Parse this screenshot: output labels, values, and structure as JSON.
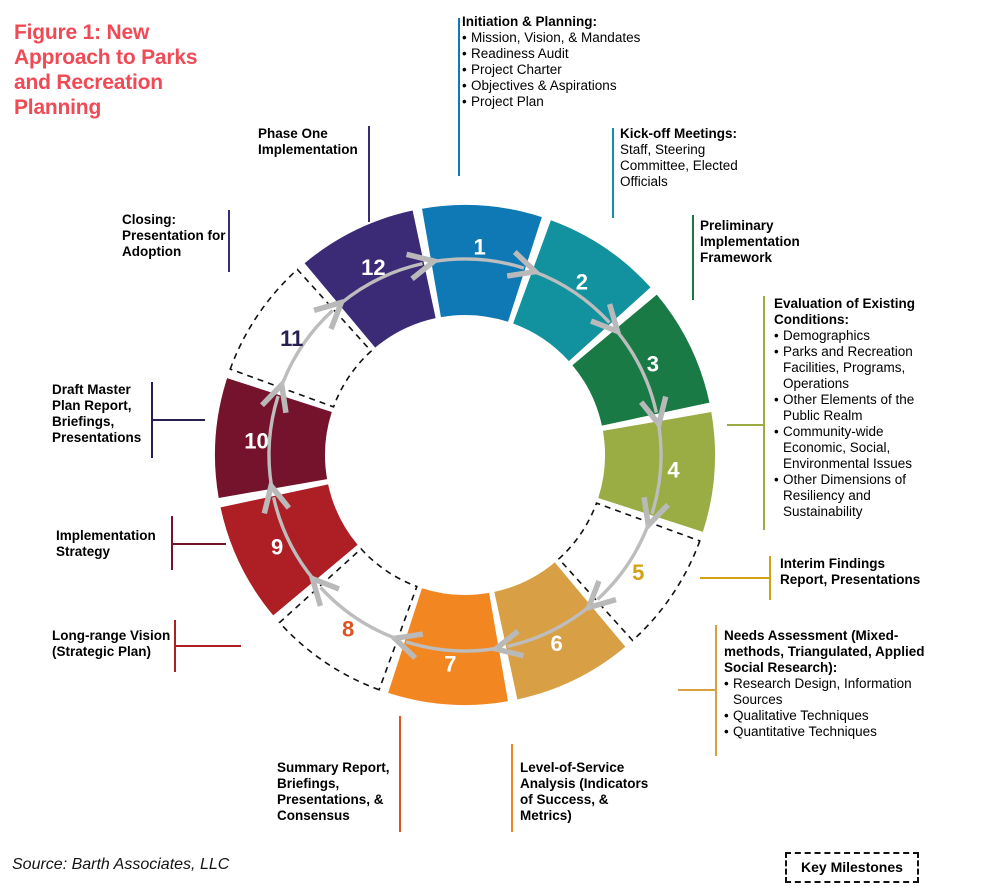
{
  "title": "Figure 1: New Approach to Parks and Recreation Planning",
  "title_color": "#ef4a55",
  "source": "Source: Barth Associates, LLC",
  "legend": {
    "key_milestones": "Key Milestones"
  },
  "chart_data": {
    "type": "pie",
    "title": "Figure 1: New Approach to Parks and Recreation Planning",
    "subtype": "donut-cycle",
    "legend_position": "bottom-right",
    "grid": false,
    "segment_count": 12,
    "categories": [
      "1",
      "2",
      "3",
      "4",
      "5",
      "6",
      "7",
      "8",
      "9",
      "10",
      "11",
      "12"
    ],
    "values": [
      1,
      1,
      1,
      1,
      1,
      1,
      1,
      1,
      1,
      1,
      1,
      1
    ],
    "segments": [
      {
        "number": "1",
        "fill": "#0f79b5",
        "num_color": "#ffffff",
        "milestone": false,
        "label_title": "Initiation & Planning:",
        "label_items": [
          "Mission, Vision, & Mandates",
          "Readiness Audit",
          "Project Charter",
          "Objectives & Aspirations",
          "Project Plan"
        ]
      },
      {
        "number": "2",
        "fill": "#12919e",
        "num_color": "#ffffff",
        "milestone": false,
        "label_title": "Kick-off Meetings:",
        "label_body": "Staff, Steering Committee, Elected Officials"
      },
      {
        "number": "3",
        "fill": "#1a7a45",
        "num_color": "#ffffff",
        "milestone": false,
        "label_title": "Preliminary Implementation Framework"
      },
      {
        "number": "4",
        "fill": "#9aad45",
        "num_color": "#ffffff",
        "milestone": false,
        "label_title": "Evaluation of Existing Conditions:",
        "label_items": [
          "Demographics",
          "Parks and Recreation Facilities, Programs, Operations",
          "Other Elements of the Public Realm",
          "Community-wide Economic, Social, Environmental Issues",
          "Other Dimensions of Resiliency and Sustainability"
        ]
      },
      {
        "number": "5",
        "fill": "#ffffff",
        "num_color": "#d4a017",
        "milestone": true,
        "label_title": "Interim Findings Report, Presentations"
      },
      {
        "number": "6",
        "fill": "#d99f45",
        "num_color": "#ffffff",
        "milestone": false,
        "label_title": "Needs Assessment (Mixed-methods, Triangulated, Applied Social Research):",
        "label_items": [
          "Research Design, Information Sources",
          "Qualitative Techniques",
          "Quantitative Techniques"
        ]
      },
      {
        "number": "7",
        "fill": "#f28722",
        "num_color": "#ffffff",
        "milestone": false,
        "label_title": "Level-of-Service Analysis (Indicators of Success, & Metrics)"
      },
      {
        "number": "8",
        "fill": "#ffffff",
        "num_color": "#dd5423",
        "milestone": true,
        "label_title": "Summary Report, Briefings, Presentations, & Consensus"
      },
      {
        "number": "9",
        "fill": "#ad1f25",
        "num_color": "#ffffff",
        "milestone": false,
        "label_title": "Long-range Vision (Strategic Plan)"
      },
      {
        "number": "10",
        "fill": "#75132c",
        "num_color": "#ffffff",
        "milestone": false,
        "label_title": "Implementation Strategy"
      },
      {
        "number": "11",
        "fill": "#ffffff",
        "num_color": "#2a1f52",
        "milestone": true,
        "label_title": "Draft Master Plan Report, Briefings, Presentations"
      },
      {
        "number": "12",
        "fill": "#3b2a75",
        "num_color": "#ffffff",
        "milestone": false,
        "label_title": "Closing: Presentation for Adoption"
      }
    ],
    "extra_callouts": [
      {
        "name": "phase-one-implementation",
        "text": "Phase One Implementation",
        "connector_color": "#3b2a75"
      }
    ]
  },
  "callouts": {
    "initiation": {
      "title": "Initiation & Planning:",
      "i1": "Mission, Vision, & Mandates",
      "i2": "Readiness Audit",
      "i3": "Project Charter",
      "i4": "Objectives & Aspirations",
      "i5": "Project Plan"
    },
    "kickoff": {
      "title": "Kick-off Meetings:",
      "body": "Staff, Steering Committee, Elected Officials"
    },
    "preliminary": {
      "title": "Preliminary Implementation Framework"
    },
    "evaluation": {
      "title": "Evaluation of Existing Conditions:",
      "i1": "Demographics",
      "i2": "Parks and Recreation Facilities, Programs, Operations",
      "i3": "Other Elements of the Public Realm",
      "i4": "Community-wide Economic, Social, Environmental Issues",
      "i5": "Other Dimensions of Resiliency and Sustainability"
    },
    "interim": {
      "title": "Interim Findings Report, Presentations"
    },
    "needs": {
      "title": "Needs Assessment (Mixed-methods, Triangulated, Applied Social Research):",
      "i1": "Research Design, Information Sources",
      "i2": "Qualitative Techniques",
      "i3": "Quantitative Techniques"
    },
    "los": {
      "title": "Level-of-Service Analysis (Indicators of Success, & Metrics)"
    },
    "summary": {
      "title": "Summary Report, Briefings, Presentations, & Consensus"
    },
    "vision": {
      "title": "Long-range Vision (Strategic Plan)"
    },
    "implementation": {
      "title": "Implementation Strategy"
    },
    "draft": {
      "title": "Draft Master Plan Report, Briefings, Presentations"
    },
    "closing": {
      "title": "Closing: Presentation for Adoption"
    },
    "phase_one": {
      "title": "Phase One Implementation"
    }
  },
  "numbers": {
    "n1": "1",
    "n2": "2",
    "n3": "3",
    "n4": "4",
    "n5": "5",
    "n6": "6",
    "n7": "7",
    "n8": "8",
    "n9": "9",
    "n10": "10",
    "n11": "11",
    "n12": "12"
  }
}
